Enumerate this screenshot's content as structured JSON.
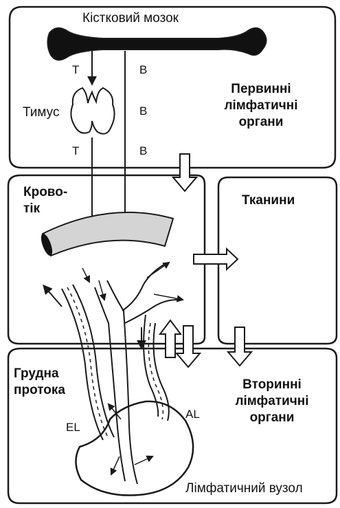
{
  "labels": {
    "bone_marrow": "Кістковий мозок",
    "thymus": "Тимус",
    "primary_organs": [
      "Первинні",
      "лімфатичні",
      "органи"
    ],
    "bloodstream": [
      "Крово-",
      "тік"
    ],
    "tissues": "Тканини",
    "thoracic_duct": [
      "Грудна",
      "протока"
    ],
    "secondary_organs": [
      "Вторинні",
      "лімфатичні",
      "органи"
    ],
    "lymph_node": "Лімфатичний вузол",
    "t_cell": "T",
    "b_cell": "B",
    "efferent": "EL",
    "afferent": "AL"
  },
  "colors": {
    "outline": "#1a1a1a",
    "bone_fill": "#111111",
    "vessel_fill": "#d4d4d4",
    "background": "#ffffff"
  }
}
